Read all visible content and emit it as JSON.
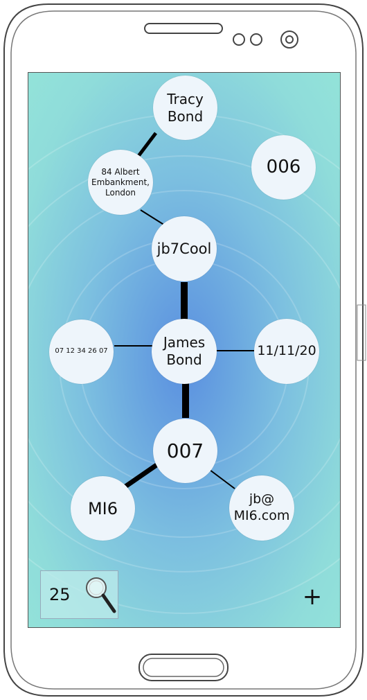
{
  "graph": {
    "center": {
      "label": "James\nBond"
    },
    "nodes": {
      "tracy": {
        "label": "Tracy\nBond"
      },
      "address": {
        "label": "84 Albert\nEmbankment,\nLondon"
      },
      "code_006": {
        "label": "006"
      },
      "username": {
        "label": "jb7Cool"
      },
      "phone": {
        "label": "07 12 34 26 07"
      },
      "date": {
        "label": "11/11/20"
      },
      "code_007": {
        "label": "007"
      },
      "mi6": {
        "label": "MI6"
      },
      "email": {
        "label": "jb@\nMI6.com"
      }
    }
  },
  "toolbar": {
    "search_count": "25",
    "search_icon": "magnifier-icon",
    "add_icon": "plus-icon",
    "add_label": "+"
  },
  "colors": {
    "node_fill": "#eef5fb",
    "edge": "#000000",
    "background_center": "#5a8fe0",
    "background_edge": "#93e3d9"
  }
}
